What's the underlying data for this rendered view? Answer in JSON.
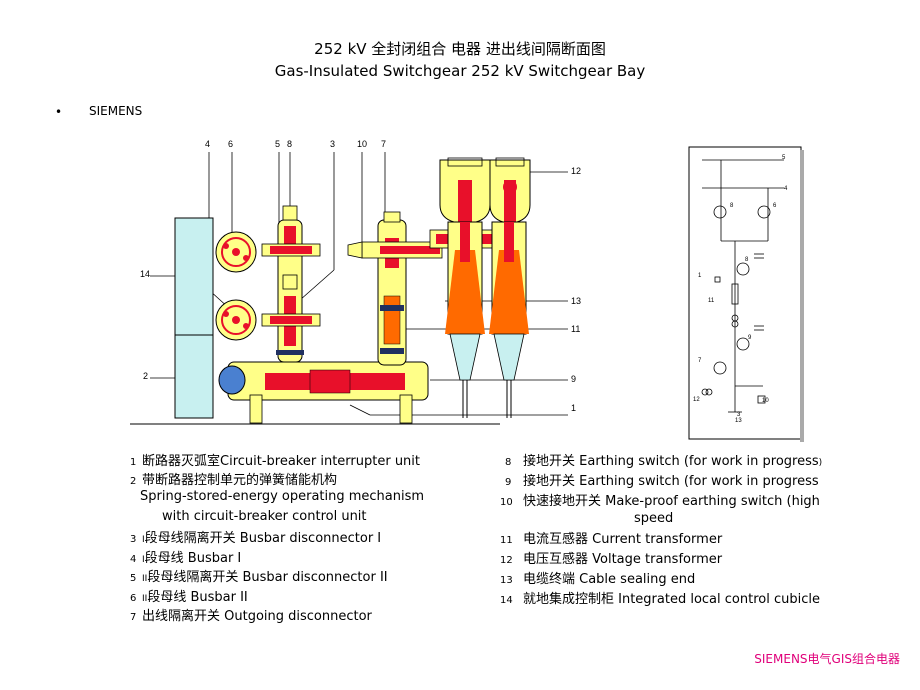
{
  "title": {
    "cn": "252 kV 全封闭组合 电器  进出线间隔断面图",
    "en": "Gas-Insulated Switchgear 252 kV   Switchgear Bay"
  },
  "bullet": "•",
  "brand": "SIEMENS",
  "callouts_top": [
    "4",
    "6",
    "5",
    "8",
    "3",
    "10",
    "7"
  ],
  "callouts_right": [
    "12",
    "13",
    "11",
    "9",
    "1"
  ],
  "callouts_left": [
    "14",
    "2"
  ],
  "schematic_labels": [
    "5",
    "4",
    "8",
    "6",
    "8",
    "1",
    "11",
    "9",
    "7",
    "3",
    "10",
    "12",
    "13"
  ],
  "legend_left": [
    {
      "num": "1",
      "text": "断路器灭弧室Circuit-breaker  interrupter  unit"
    },
    {
      "num": "2",
      "text": "带断路器控制单元的弹簧储能机构"
    },
    {
      "num": "",
      "text": "Spring-stored-energy  operating  mechanism"
    },
    {
      "num": "",
      "text": "with circuit-breaker  control unit"
    },
    {
      "num": "3",
      "prefix": "I",
      "text": "段母线隔离开关 Busbar disconnector  I"
    },
    {
      "num": "4",
      "prefix": "I",
      "text": "段母线 Busbar I"
    },
    {
      "num": "5",
      "prefix": "II",
      "text": "段母线隔离开关 Busbar disconnector  II"
    },
    {
      "num": "6",
      "prefix": "II",
      "text": "段母线 Busbar II"
    },
    {
      "num": "7",
      "text": "出线隔离开关 Outgoing disconnector"
    }
  ],
  "legend_right": [
    {
      "num": "8",
      "text": "接地开关 Earthing switch (for work in progress",
      "tail": ")"
    },
    {
      "num": "9",
      "text": "接地开关 Earthing switch (for work in progress"
    },
    {
      "num": "10",
      "text": "快速接地开关 Make-proof earthing  switch (high"
    },
    {
      "num": "",
      "text": "speed"
    },
    {
      "num": "11",
      "text": "电流互感器 Current transformer"
    },
    {
      "num": "12",
      "text": "电压互感器 Voltage transformer"
    },
    {
      "num": "13",
      "text": "电缆终端 Cable sealing end"
    },
    {
      "num": "14",
      "text": "就地集成控制柜 Integrated  local control cubicle"
    }
  ],
  "footer": "SIEMENS电气GIS组合电器",
  "colors": {
    "yellow": "#ffff88",
    "red": "#e8102a",
    "orange": "#ff6a00",
    "cyan": "#c8f0f0",
    "footer": "#e0007a"
  }
}
